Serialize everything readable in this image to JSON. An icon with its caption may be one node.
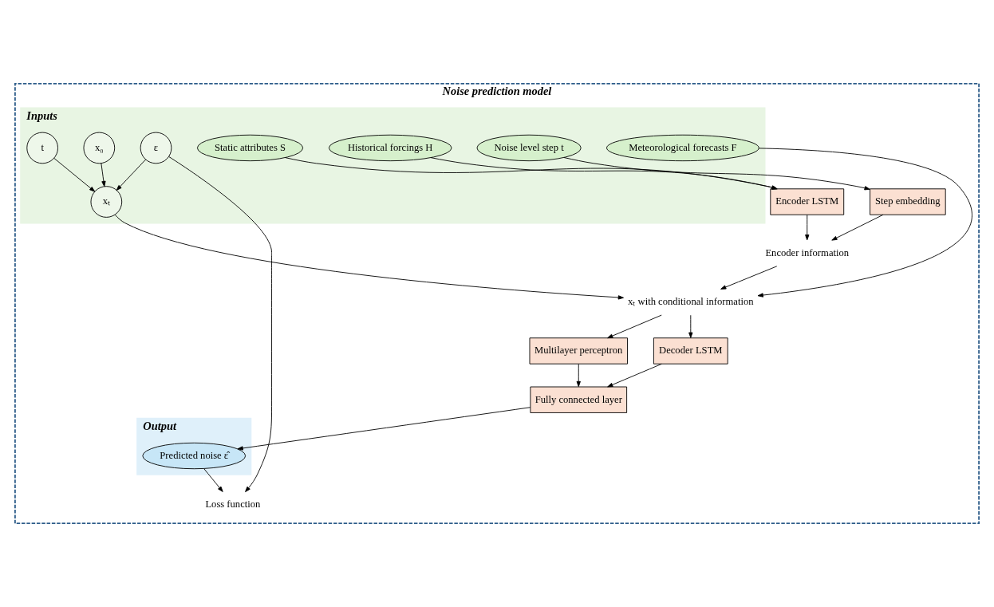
{
  "diagram": {
    "nodes": [
      {
        "text": [
          "Noise prediction model"
        ]
      },
      {
        "text": [
          "Inputs"
        ],
        "in": 0
      },
      {
        "text": [
          "Historical forcings H"
        ],
        "in": 1
      },
      {
        "text": [
          "Static attributes S"
        ],
        "in": 1
      },
      {
        "text": [
          "Noise level step t"
        ],
        "in": 1
      },
      {
        "text": [
          "Meteorological forecasts F"
        ],
        "in": 1
      },
      {
        "text": [
          "x₀"
        ],
        "in": 1
      },
      {
        "text": [
          "t"
        ],
        "in": 1
      },
      {
        "text": [
          "ε"
        ],
        "in": 1
      },
      {
        "text": [
          "xₜ"
        ],
        "in": 1
      },
      {
        "text": [
          "Encoder LSTM"
        ],
        "in": 0
      },
      {
        "text": [
          "Step embedding"
        ],
        "in": 0
      },
      {
        "text": [
          "Encoder information"
        ],
        "in": 0
      },
      {
        "text": [
          "xₜ with conditional information"
        ],
        "in": 0
      },
      {
        "text": [
          "Decoder LSTM"
        ],
        "in": 0
      },
      {
        "text": [
          "Multilayer perceptron"
        ],
        "in": 0
      },
      {
        "text": [
          "Fully connected layer"
        ],
        "in": 0
      },
      {
        "text": [
          "Output"
        ],
        "in": 0
      },
      {
        "text": [
          "Predicted noise ε̂"
        ],
        "in": 17
      },
      {
        "text": [
          "Loss function"
        ],
        "in": 0
      }
    ],
    "edges": [
      {
        "from": 2,
        "to": 10,
        "arrow": "to"
      },
      {
        "from": 3,
        "to": 10,
        "arrow": "to"
      },
      {
        "from": 4,
        "to": 11,
        "arrow": "to"
      },
      {
        "from": 6,
        "to": 9,
        "arrow": "to"
      },
      {
        "from": 7,
        "to": 9,
        "arrow": "to"
      },
      {
        "from": 8,
        "to": 9,
        "arrow": "to"
      },
      {
        "from": 10,
        "to": 12,
        "arrow": "to"
      },
      {
        "from": 11,
        "to": 12,
        "arrow": "to"
      },
      {
        "from": 12,
        "to": 13,
        "arrow": "to"
      },
      {
        "from": 5,
        "to": 13,
        "arrow": "to"
      },
      {
        "from": 9,
        "to": 13,
        "arrow": "to"
      },
      {
        "from": 8,
        "to": 19,
        "arrow": "to"
      },
      {
        "from": 13,
        "to": 14,
        "arrow": "to"
      },
      {
        "from": 13,
        "to": 15,
        "arrow": "to"
      },
      {
        "from": 14,
        "to": 16,
        "arrow": "to"
      },
      {
        "from": 15,
        "to": 16,
        "arrow": "to"
      },
      {
        "from": 16,
        "to": 18,
        "arrow": "to"
      },
      {
        "from": 18,
        "to": 19,
        "arrow": "to"
      }
    ]
  }
}
